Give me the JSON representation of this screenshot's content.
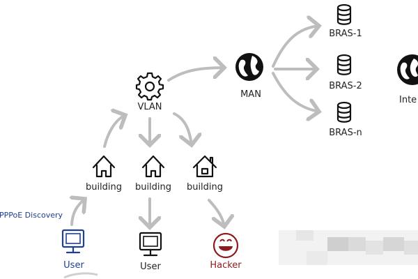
{
  "nodes": {
    "vlan": "VLAN",
    "man": "MAN",
    "bras1": "BRAS-1",
    "bras2": "BRAS-2",
    "brasn": "BRAS-n",
    "internet": "Inte",
    "building1": "building",
    "building2": "building",
    "building3": "building",
    "user1": "User",
    "user2": "User",
    "hacker": "Hacker"
  },
  "annotations": {
    "pppoe": "PPPoE Discovery"
  },
  "colors": {
    "user_label": "#1f3f8f",
    "hacker_label": "#8c1c1c",
    "arrow": "#bdbdbd"
  }
}
